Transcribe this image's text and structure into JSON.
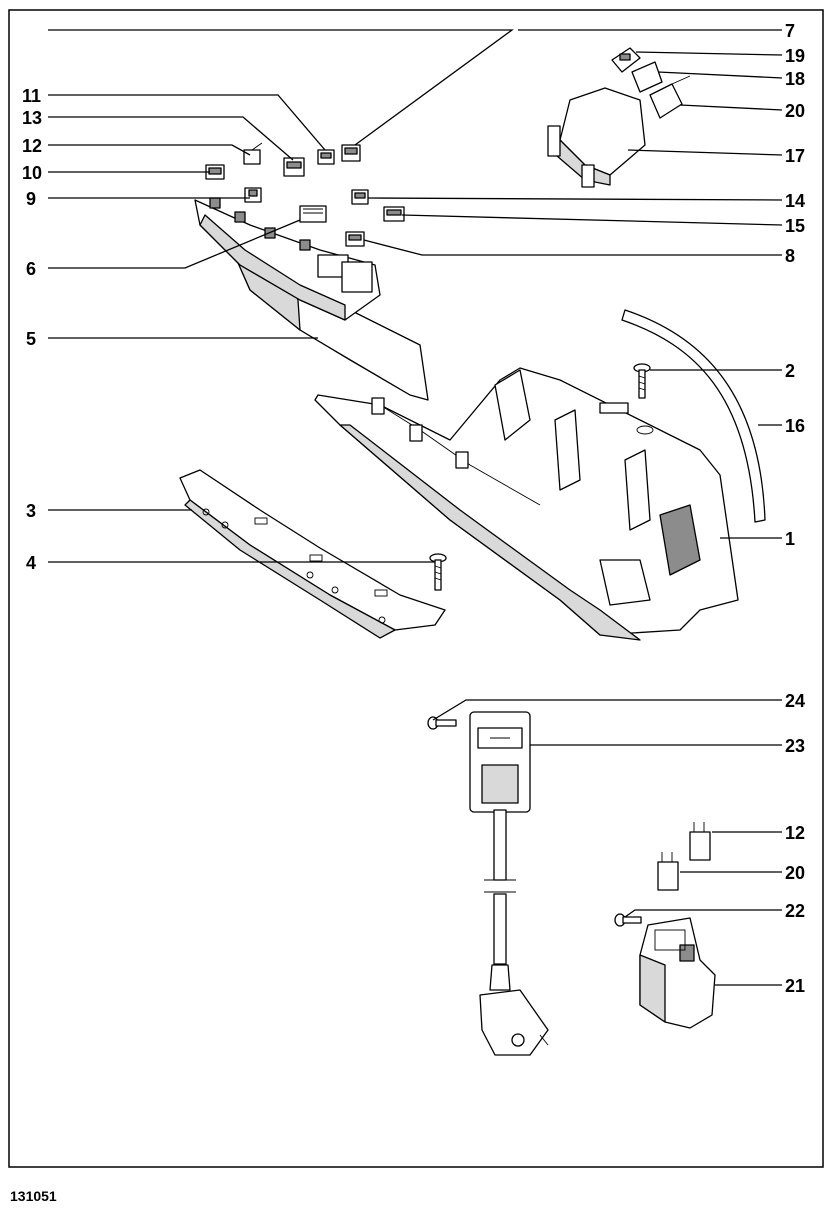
{
  "diagram": {
    "drawing_number": "131051",
    "callouts": [
      {
        "id": "c1",
        "label": "1"
      },
      {
        "id": "c2",
        "label": "2"
      },
      {
        "id": "c3",
        "label": "3"
      },
      {
        "id": "c4",
        "label": "4"
      },
      {
        "id": "c5",
        "label": "5"
      },
      {
        "id": "c6",
        "label": "6"
      },
      {
        "id": "c7",
        "label": "7"
      },
      {
        "id": "c8",
        "label": "8"
      },
      {
        "id": "c9",
        "label": "9"
      },
      {
        "id": "c10",
        "label": "10"
      },
      {
        "id": "c11",
        "label": "11"
      },
      {
        "id": "c12",
        "label": "12"
      },
      {
        "id": "c13",
        "label": "13"
      },
      {
        "id": "c14",
        "label": "14"
      },
      {
        "id": "c15",
        "label": "15"
      },
      {
        "id": "c16",
        "label": "16"
      },
      {
        "id": "c17",
        "label": "17"
      },
      {
        "id": "c18",
        "label": "18"
      },
      {
        "id": "c19",
        "label": "19"
      },
      {
        "id": "c20",
        "label": "20"
      },
      {
        "id": "c8b",
        "label": "8"
      },
      {
        "id": "c20b",
        "label": "20"
      },
      {
        "id": "c21",
        "label": "21"
      },
      {
        "id": "c22",
        "label": "22"
      },
      {
        "id": "c23",
        "label": "23"
      },
      {
        "id": "c24",
        "label": "24"
      },
      {
        "id": "c12b",
        "label": "12"
      }
    ]
  }
}
